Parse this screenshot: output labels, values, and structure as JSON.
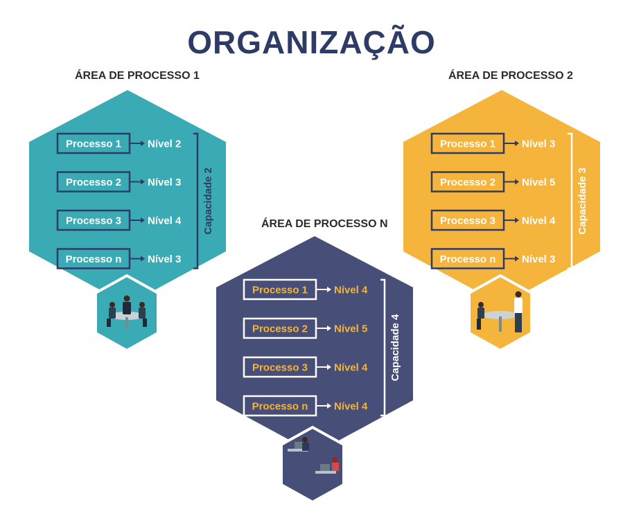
{
  "title": "ORGANIZAÇÃO",
  "areas": [
    {
      "title": "ÁREA DE PROCESSO 1",
      "capacity": "Capacidade 2",
      "hex_color": "#3aabb5",
      "text_color": "#ffffff",
      "rows": [
        {
          "process": "Processo 1",
          "level": "Nível 2"
        },
        {
          "process": "Processo 2",
          "level": "Nível 3"
        },
        {
          "process": "Processo 3",
          "level": "Nível 4"
        },
        {
          "process": "Processo n",
          "level": "Nível 3"
        }
      ]
    },
    {
      "title": "ÁREA DE PROCESSO 2",
      "capacity": "Capacidade 3",
      "hex_color": "#f5b43c",
      "text_color": "#ffffff",
      "rows": [
        {
          "process": "Processo 1",
          "level": "Nível 3"
        },
        {
          "process": "Processo 2",
          "level": "Nível 5"
        },
        {
          "process": "Processo 3",
          "level": "Nível 4"
        },
        {
          "process": "Processo n",
          "level": "Nível 3"
        }
      ]
    },
    {
      "title": "ÁREA DE PROCESSO N",
      "capacity": "Capacidade 4",
      "hex_color": "#474f78",
      "text_color": "#f5b43c",
      "rows": [
        {
          "process": "Processo 1",
          "level": "Nível 4"
        },
        {
          "process": "Processo 2",
          "level": "Nível 5"
        },
        {
          "process": "Processo 3",
          "level": "Nível 4"
        },
        {
          "process": "Processo n",
          "level": "Nível 4"
        }
      ]
    }
  ],
  "illustrations": [
    "meeting-icon",
    "discussion-icon",
    "desk-workers-icon"
  ]
}
